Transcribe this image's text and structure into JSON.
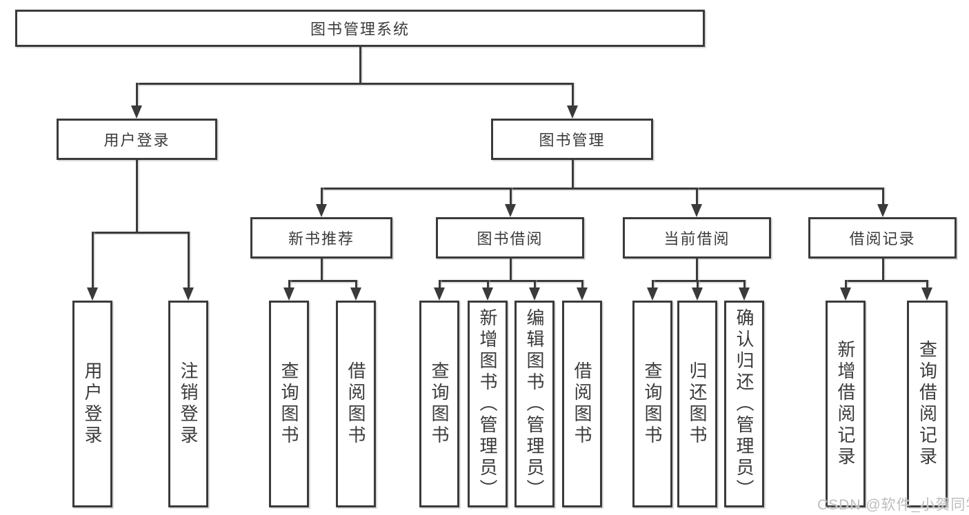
{
  "diagram": {
    "title": "图书管理系统",
    "type": "hierarchy-tree"
  },
  "nodes": {
    "root": {
      "label": "图书管理系统",
      "level": 1
    },
    "user_login": {
      "label": "用户登录",
      "level": 2
    },
    "book_mgmt": {
      "label": "图书管理",
      "level": 2
    },
    "new_book_rec": {
      "label": "新书推荐",
      "level": 3
    },
    "book_borrow": {
      "label": "图书借阅",
      "level": 3
    },
    "current_borrow": {
      "label": "当前借阅",
      "level": 3
    },
    "borrow_record": {
      "label": "借阅记录",
      "level": 3
    },
    "leaf_user_login": {
      "label": "用户登录",
      "level": 4
    },
    "leaf_logout": {
      "label": "注销登录",
      "level": 4
    },
    "leaf_query_books_1": {
      "label": "查询图书",
      "level": 4
    },
    "leaf_borrow_books_1": {
      "label": "借阅图书",
      "level": 4
    },
    "leaf_query_books_2": {
      "label": "查询图书",
      "level": 4
    },
    "leaf_add_books": {
      "label": "新增图书（管理员）",
      "level": 4
    },
    "leaf_edit_books": {
      "label": "编辑图书（管理员）",
      "level": 4
    },
    "leaf_borrow_books_2": {
      "label": "借阅图书",
      "level": 4
    },
    "leaf_query_books_3": {
      "label": "查询图书",
      "level": 4
    },
    "leaf_return_books": {
      "label": "归还图书",
      "level": 4
    },
    "leaf_confirm_return": {
      "label": "确认归还（管理员）",
      "level": 4
    },
    "leaf_add_record": {
      "label": "新增借阅记录",
      "level": 4
    },
    "leaf_query_record": {
      "label": "查询借阅记录",
      "level": 4
    }
  },
  "edges": [
    {
      "parent": "root",
      "child": "user_login"
    },
    {
      "parent": "root",
      "child": "book_mgmt"
    },
    {
      "parent": "user_login",
      "child": "leaf_user_login"
    },
    {
      "parent": "user_login",
      "child": "leaf_logout"
    },
    {
      "parent": "book_mgmt",
      "child": "new_book_rec"
    },
    {
      "parent": "book_mgmt",
      "child": "book_borrow"
    },
    {
      "parent": "book_mgmt",
      "child": "current_borrow"
    },
    {
      "parent": "book_mgmt",
      "child": "borrow_record"
    },
    {
      "parent": "new_book_rec",
      "child": "leaf_query_books_1"
    },
    {
      "parent": "new_book_rec",
      "child": "leaf_borrow_books_1"
    },
    {
      "parent": "book_borrow",
      "child": "leaf_query_books_2"
    },
    {
      "parent": "book_borrow",
      "child": "leaf_add_books"
    },
    {
      "parent": "book_borrow",
      "child": "leaf_edit_books"
    },
    {
      "parent": "book_borrow",
      "child": "leaf_borrow_books_2"
    },
    {
      "parent": "current_borrow",
      "child": "leaf_query_books_3"
    },
    {
      "parent": "current_borrow",
      "child": "leaf_return_books"
    },
    {
      "parent": "current_borrow",
      "child": "leaf_confirm_return"
    },
    {
      "parent": "borrow_record",
      "child": "leaf_add_record"
    },
    {
      "parent": "borrow_record",
      "child": "leaf_query_record"
    }
  ],
  "watermark": {
    "text": "CSDN @软件_小贺同学"
  },
  "colors": {
    "line": "#3a3a3a",
    "text": "#3b3b3b",
    "background": "#ffffff",
    "watermark": "#bdbdbd"
  }
}
